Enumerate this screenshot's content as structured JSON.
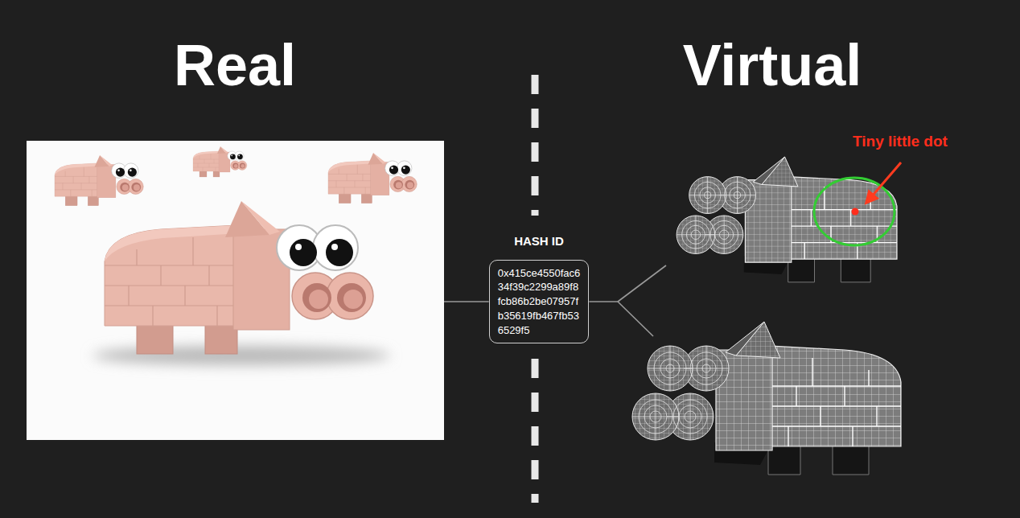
{
  "diagram": {
    "nodes": [
      {
        "text": [
          "HASH ID",
          "0x415ce4550fac6 34f39c2299a89f8 fcb86b2be07957f b35619fb467fb53 6529f5"
        ]
      }
    ],
    "labels": [
      "Real",
      "Virtual",
      "Tiny little dot"
    ]
  }
}
